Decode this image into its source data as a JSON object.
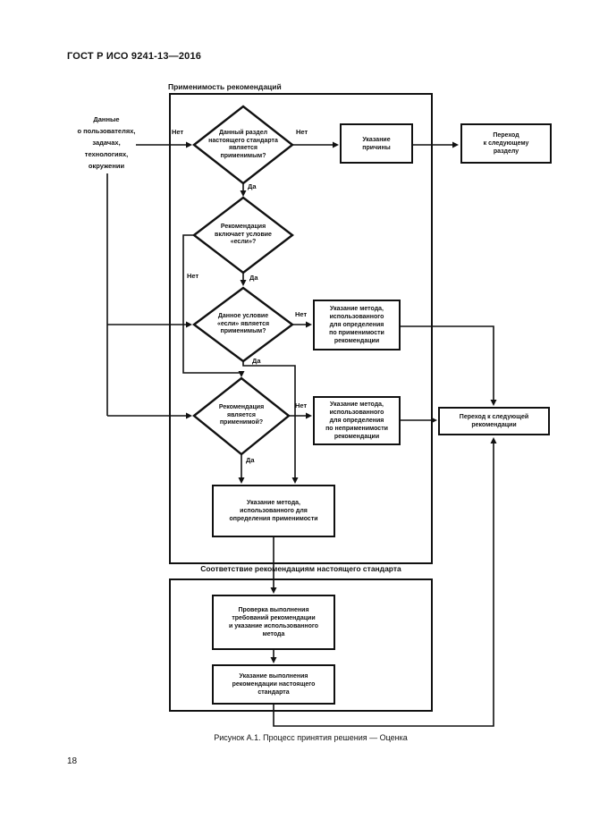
{
  "page": {
    "header": "ГОСТ Р ИСО 9241-13—2016",
    "caption": "Рисунок А.1. Процесс принятия решения — Оценка",
    "page_number": "18"
  },
  "diagram": {
    "section1_title": "Применимость рекомендаций",
    "section2_title": "Соответствие рекомендациям настоящего стандарта",
    "input_label": "Данные\nо пользователях,\nзадачах,\nтехнологиях,\nокружении",
    "decisions": {
      "d1": "Данный раздел\nнастоящего стандарта\nявляется\nприменимым?",
      "d2": "Рекомендация\nвключает условие\n«если»?",
      "d3": "Данное условие\n«если» является\nприменимым?",
      "d4": "Рекомендация\nявляется\nприменимой?"
    },
    "boxes": {
      "reason": "Указание\nпричины",
      "next_section": "Переход\nк следующему\nразделу",
      "method_applicable": "Указание метода,\nиспользованного\nдля определения\nпо применимости\nрекомендации",
      "method_not_applicable": "Указание метода,\nиспользованного\nдля определения\nпо неприменимости\nрекомендации",
      "next_recommendation": "Переход к следующей\nрекомендации",
      "method_determination": "Указание метода,\nиспользованного для\nопределения применимости",
      "check_compliance": "Проверка выполнения\nтребований рекомендации\nи указание использованного\nметода",
      "record_compliance": "Указание выполнения\nрекомендации настоящего\nстандарта"
    },
    "labels": {
      "yes": "Да",
      "no": "Нет"
    },
    "colors": {
      "ink": "#111111",
      "paper": "#ffffff"
    }
  }
}
